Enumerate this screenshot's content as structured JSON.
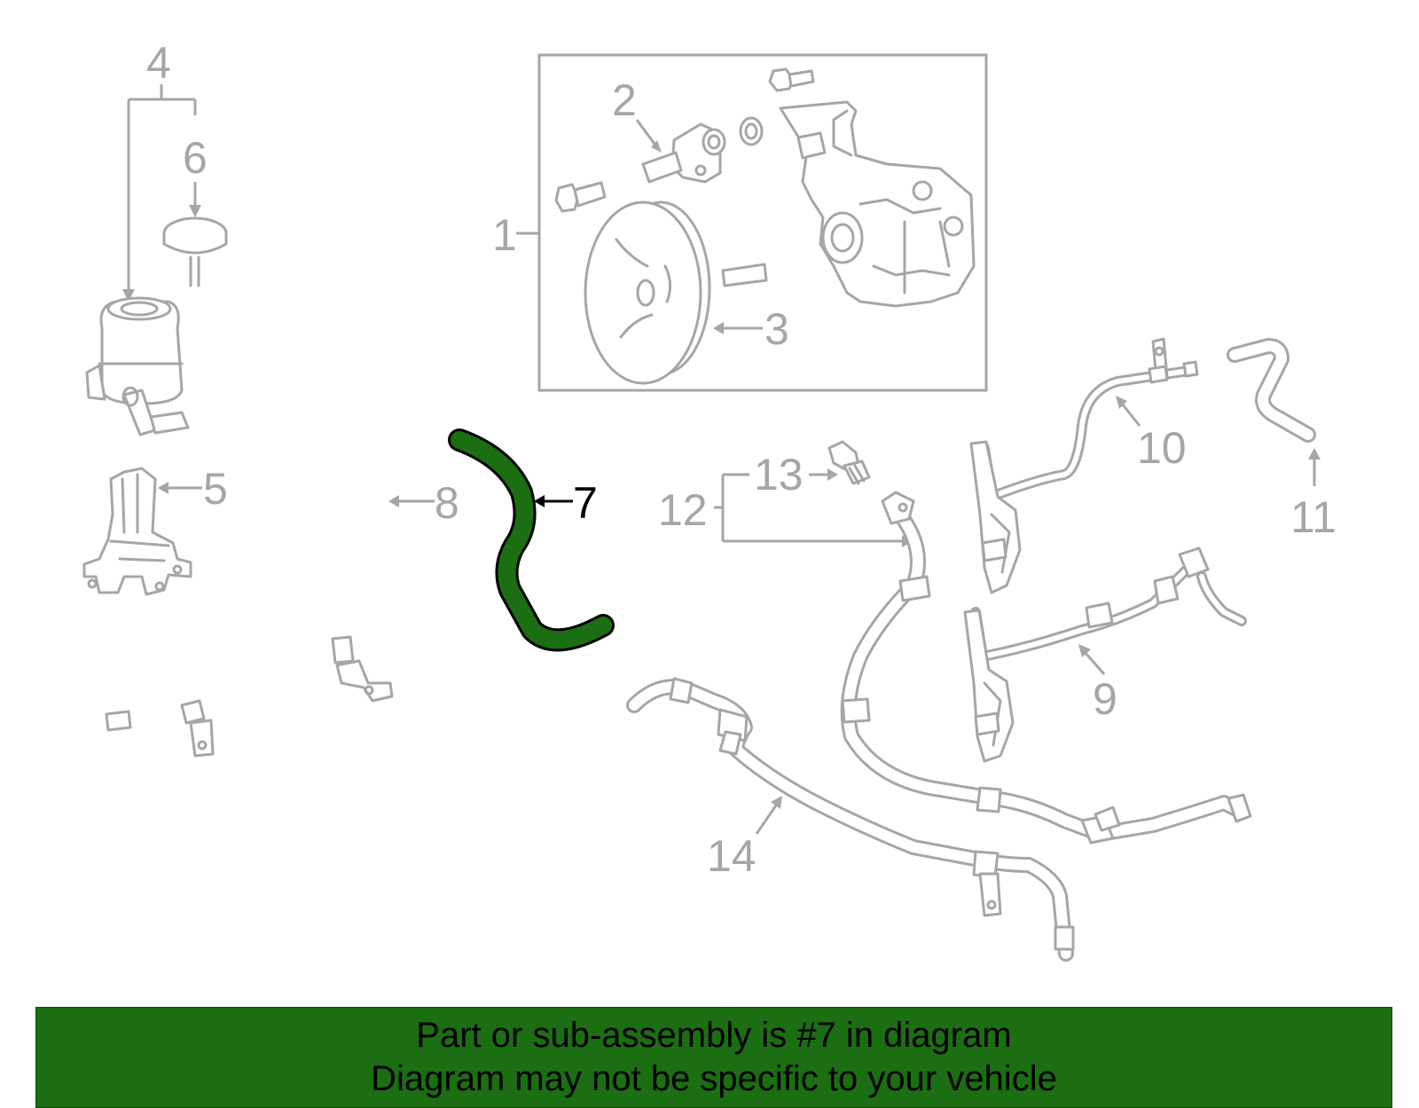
{
  "diagram": {
    "highlighted_part": "7",
    "highlight_color": "#1b6e12",
    "part_line_color": "#a6a6a6",
    "callouts": {
      "c1": "1",
      "c2": "2",
      "c3": "3",
      "c4": "4",
      "c5": "5",
      "c6": "6",
      "c7": "7",
      "c8": "8",
      "c9": "9",
      "c10": "10",
      "c11": "11",
      "c12": "12",
      "c13": "13",
      "c14": "14"
    }
  },
  "banner": {
    "line1": "Part or sub-assembly is #7 in diagram",
    "line2": "Diagram may not be specific to your vehicle",
    "background": "#1b6e12"
  }
}
